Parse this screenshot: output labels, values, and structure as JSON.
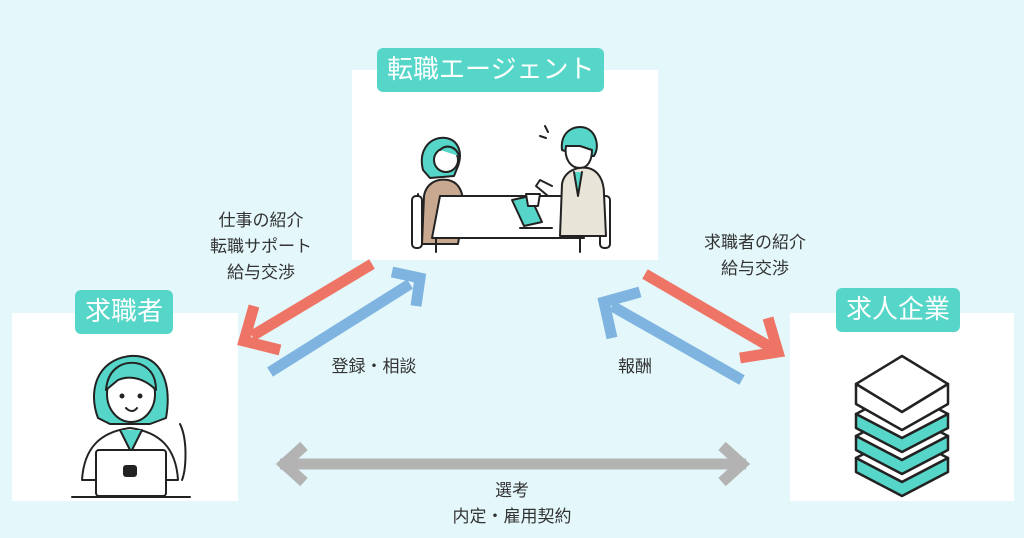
{
  "agent": {
    "title": "転職エージェント"
  },
  "seeker": {
    "title": "求職者"
  },
  "company": {
    "title": "求人企業"
  },
  "flows": {
    "agent_to_seeker": [
      "仕事の紹介",
      "転職サポート",
      "給与交渉"
    ],
    "seeker_to_agent": "登録・相談",
    "agent_to_company": [
      "求職者の紹介",
      "給与交渉"
    ],
    "company_to_agent": "報酬",
    "seeker_company": [
      "選考",
      "内定・雇用契約"
    ]
  },
  "colors": {
    "background": "#e4f8fc",
    "badge": "#56d6c8",
    "arrow_red": "#ee7566",
    "arrow_blue": "#7fb4e0",
    "arrow_gray": "#b3b3b3"
  }
}
